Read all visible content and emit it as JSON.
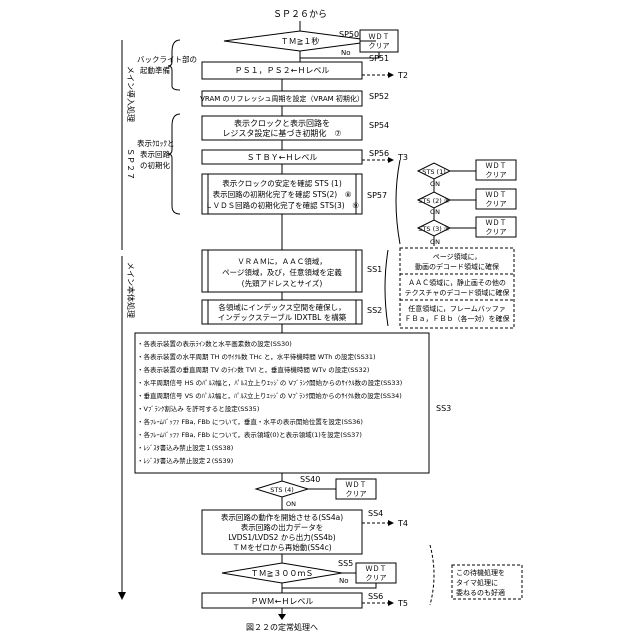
{
  "top_label": "ＳＰ２６から",
  "bottom_label": "図２２の定常処理へ",
  "side_labels": {
    "backlight": [
      "バックライト部の",
      "起動準備"
    ],
    "display_clock": [
      "表示ｸﾛｯｸと",
      "表示回路",
      "の初期化"
    ],
    "main_intro": "メイン導入処理",
    "sp27": "ＳＰ２７",
    "main_body": "メイン本体処理"
  },
  "sp50": {
    "step": "SP50",
    "text": "ＴＭ≧１秒",
    "no": "No",
    "wdt": [
      "ＷＤＴ",
      "クリア"
    ]
  },
  "sp51": {
    "step": "SP51",
    "text": "ＰＳ１，ＰＳ２←Ｈレベル",
    "target": "T2"
  },
  "sp52": {
    "step": "SP52",
    "text": "VRAM のリフレッシュ周期を設定（VRAM 初期化）"
  },
  "sp54": {
    "step": "SP54",
    "lines": [
      "表示クロックと表示回路を",
      "レジスタ設定に基づき初期化　⑦"
    ]
  },
  "sp56": {
    "step": "SP56",
    "text": "ＳＴＢＹ←Ｈレベル",
    "target": "T3"
  },
  "sp57": {
    "step": "SP57",
    "lines": [
      "表示クロックの安定を確認 STS (1)",
      "表示回路の初期化完了を確認 STS(2)　⑧",
      "ＬＶＤＳ回路の初期化完了を確認 STS(3)　⑨"
    ],
    "checks": [
      "STS (1)",
      "STS (2) ⑧",
      "STS (3) ⑨"
    ],
    "on": "ON",
    "wdt": [
      "ＷＤＴ",
      "クリア"
    ]
  },
  "ss1": {
    "step": "SS1",
    "lines": [
      "ＶＲＡＭに，ＡＡＣ領域，",
      "ページ領域，及び，任意領域を定義",
      "(先頭アドレスとサイズ)"
    ]
  },
  "ss2": {
    "step": "SS2",
    "lines": [
      "各領域にインデックス空間を確保し，",
      "インデックステーブル IDXTBL を構築"
    ]
  },
  "notes_ss1": [
    [
      "ページ領域に，",
      "動画のデコード領域に確保"
    ],
    [
      "ＡＡＣ領域に，静止画その他の",
      "テクスチャのデコード領域に確保"
    ],
    [
      "任意領域に，フレームバッファ",
      "ＦＢａ，ＦＢｂ（各一対）を確保"
    ]
  ],
  "ss3": {
    "step": "SS3",
    "items": [
      "・各表示装置の表示ﾗｲﾝ数と水平画素数の設定(SS30)",
      "・各表示装置の水平周期 TH のｻｲｸﾙ数 THc と，水平待機時間 WTh の設定(SS31)",
      "・各表示装置の垂直周期 TV のﾗｲﾝ数 TVl と，垂直待機時間 WTv の設定(SS32)",
      "・水平周期信号 HS のﾊﾟﾙｽ幅と，ﾊﾟﾙｽ立上りｴｯｼﾞの Vﾌﾞﾗﾝｸ開始からのｻｲｸﾙ数の設定(SS33)",
      "・垂直周期信号 VS のﾊﾟﾙｽ幅と，ﾊﾟﾙｽ立上りｴｯｼﾞの Vﾌﾞﾗﾝｸ開始からのｻｲｸﾙ数の設定(SS34)",
      "・Vﾌﾞﾗﾝｸ割込み を許可すると設定(SS35)",
      "・各ﾌﾚｰﾑﾊﾞｯﾌｧ FBa, FBb について，垂直・水平の表示開始位置を設定(SS36)",
      "・各ﾌﾚｰﾑﾊﾞｯﾌｧ FBa, FBb について，表示領域(0)と表示領域(1)を設定(SS37)",
      "・ﾚｼﾞｽﾀ書込み禁止設定１(SS38)",
      "・ﾚｼﾞｽﾀ書込み禁止設定２(SS39)"
    ]
  },
  "ss40": {
    "step": "SS40",
    "text": "STS (4)",
    "on": "ON",
    "wdt": [
      "ＷＤＴ",
      "クリア"
    ]
  },
  "ss4": {
    "step": "SS4",
    "lines": [
      "表示回路の動作を開始させる(SS4a)",
      "表示回路の出力データを",
      "LVDS1/LVDS2 から出力(SS4b)",
      "ＴＭをゼロから再始動(SS4c)"
    ],
    "target": "T4"
  },
  "ss5": {
    "step": "SS5",
    "text": "ＴＭ≧３００ｍＳ",
    "no": "No",
    "wdt": [
      "ＷＤＴ",
      "クリア"
    ]
  },
  "note_ss5": [
    "この待機処理を",
    "タイマ処理に",
    "委ねるのも好適"
  ],
  "ss6": {
    "step": "SS6",
    "text": "ＰＷＭ←Ｈレベル",
    "target": "T5"
  }
}
